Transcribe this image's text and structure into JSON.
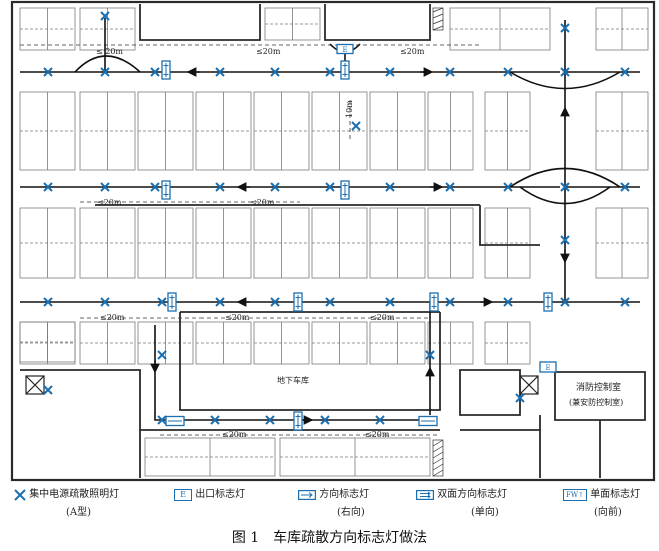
{
  "figure": {
    "caption": "图 1　车库疏散方向标志灯做法"
  },
  "labels": {
    "dist": "≤20m",
    "dist_top_left": "≤ 20m",
    "dist_vertical": "10m",
    "garage": "地下车库",
    "control_room_line1": "消防控制室",
    "control_room_line2": "(兼安防控制室)"
  },
  "legend": {
    "lamp": {
      "label": "集中电源疏散照明灯",
      "sub": "(A型)"
    },
    "exit": {
      "label": "出口标志灯",
      "glyph": "E"
    },
    "dir": {
      "label": "方向标志灯",
      "sub": "(右向)"
    },
    "dual": {
      "label": "双面方向标志灯",
      "sub": "(单向)"
    },
    "single": {
      "label": "单面标志灯",
      "sub": "(向前)",
      "glyph": "FW↑"
    }
  },
  "colors": {
    "lamp": "#1b6fb0",
    "sign": "#1b6fb0",
    "route": "#111111",
    "wall": "#2a2a2a",
    "stall": "#7a7a7a"
  }
}
